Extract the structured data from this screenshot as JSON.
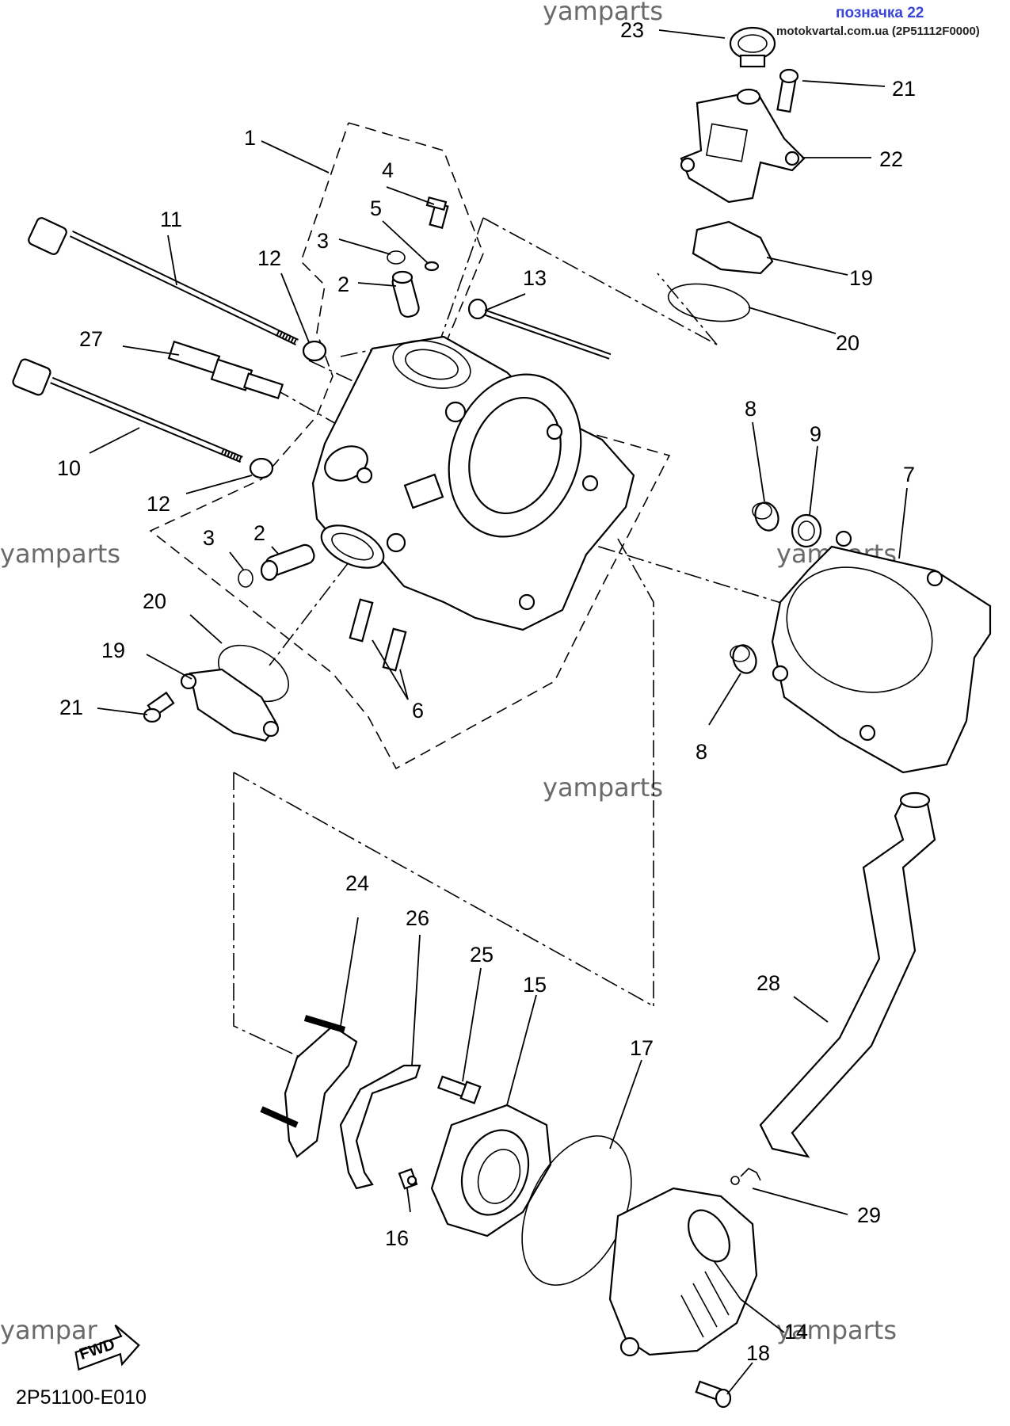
{
  "header": {
    "tag": "позначка 22",
    "source": "motokvartal.com.ua (2P51112F0000)"
  },
  "watermarks": [
    "yamparts",
    "yamparts",
    "yamparts",
    "yamparts",
    "yamparts",
    "yampar"
  ],
  "diagram_code": "2P51100-E010",
  "fwd_label": "FWD",
  "callouts": {
    "c1": "1",
    "c2a": "2",
    "c2b": "2",
    "c3a": "3",
    "c3b": "3",
    "c4": "4",
    "c5": "5",
    "c6": "6",
    "c7": "7",
    "c8a": "8",
    "c8b": "8",
    "c9": "9",
    "c10": "10",
    "c11": "11",
    "c12a": "12",
    "c12b": "12",
    "c13": "13",
    "c14": "14",
    "c15": "15",
    "c16": "16",
    "c17": "17",
    "c18": "18",
    "c19a": "19",
    "c19b": "19",
    "c20a": "20",
    "c20b": "20",
    "c21a": "21",
    "c21b": "21",
    "c22": "22",
    "c23": "23",
    "c24": "24",
    "c25": "25",
    "c26": "26",
    "c27": "27",
    "c28": "28",
    "c29": "29"
  }
}
